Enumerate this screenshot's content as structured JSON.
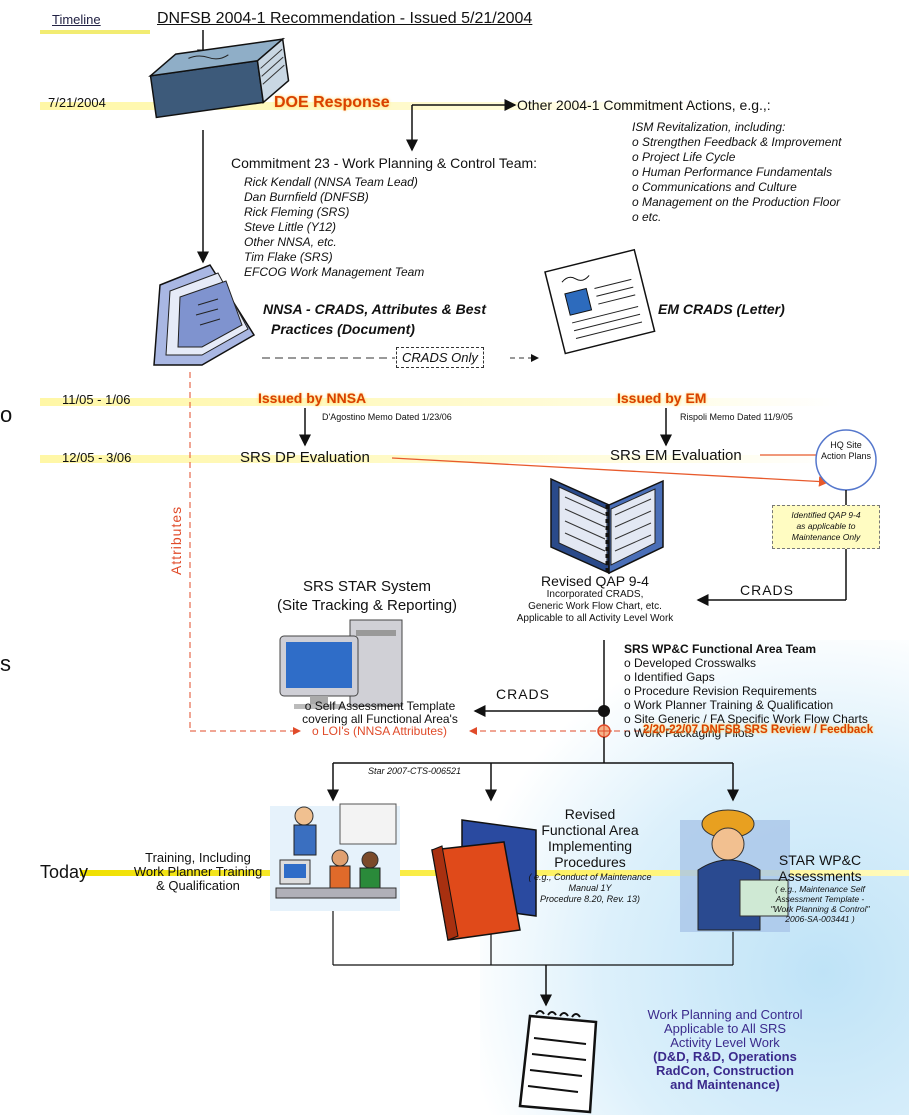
{
  "header": {
    "timeline_label": "Timeline",
    "title": "DNFSB 2004-1 Recommendation - Issued 5/21/2004"
  },
  "dates": {
    "d1": "7/21/2004",
    "d2": "11/05 - 1/06",
    "d3": "12/05 - 3/06",
    "today": "Today"
  },
  "doe_response": "DOE Response",
  "other_actions": {
    "title": "Other 2004-1 Commitment Actions, e.g.,:",
    "items": [
      "ISM Revitalization, including:",
      "o Strengthen Feedback & Improvement",
      "o Project Life Cycle",
      "o Human Performance Fundamentals",
      "o Communications and Culture",
      "o Management on the Production Floor",
      "o etc."
    ]
  },
  "commitment": {
    "title": "Commitment 23 - Work Planning & Control Team:",
    "members": [
      "Rick Kendall (NNSA Team Lead)",
      "Dan Burnfield (DNFSB)",
      "Rick Fleming (SRS)",
      "Steve Little (Y12)",
      "Other NNSA, etc.",
      "Tim Flake (SRS)",
      "EFCOG Work Management Team"
    ]
  },
  "nnsa_doc": {
    "line1": "NNSA - CRADS, Attributes & Best",
    "line2": "Practices (Document)"
  },
  "em_crads": "EM CRADS (Letter)",
  "crads_only": "CRADS  Only",
  "issued_nnsa": "Issued by NNSA",
  "issued_em": "Issued by EM",
  "dagostino": "D'Agostino Memo Dated 1/23/06",
  "rispoli": "Rispoli Memo Dated 11/9/05",
  "srs_dp_eval": "SRS DP Evaluation",
  "srs_em_eval": "SRS EM Evaluation",
  "hq_site": {
    "line1": "HQ Site",
    "line2": "Action Plans"
  },
  "identified_qap": {
    "lines": [
      "Identified QAP 9-4",
      "as applicable to",
      "Maintenance Only"
    ]
  },
  "qap": {
    "title": "Revised QAP 9-4",
    "lines": [
      "Incorporated CRADS,",
      "Generic Work Flow Chart, etc.",
      "Applicable to all Activity Level Work"
    ]
  },
  "crads_label_1": "CRADS",
  "crads_label_2": "CRADS",
  "attributes": "Attributes",
  "star": {
    "line1": "SRS STAR System",
    "line2": "(Site Tracking & Reporting)"
  },
  "self_assess": {
    "line1": "o Self Assessment Template",
    "line2": "covering all Functional Area's"
  },
  "wpc_team": {
    "title": "SRS WP&C Functional Area Team",
    "items": [
      "o Developed Crosswalks",
      "o Identified Gaps",
      "o Procedure Revision Requirements",
      "o Work Planner Training & Qualification",
      "o Site Generic / FA Specific Work Flow Charts",
      "o Work Packaging Pilots"
    ]
  },
  "lois": "o LOI's (NNSA Attributes)",
  "review": "2/20-22/07 DNFSB SRS Review / Feedback",
  "star_ref": "Star 2007-CTS-006521",
  "training": {
    "line1": "Training, Including",
    "line2": "Work Planner Training",
    "line3": "& Qualification"
  },
  "procedures": {
    "lines": [
      "Revised",
      "Functional Area",
      "Implementing",
      "Procedures"
    ],
    "sub": [
      "( e.g., Conduct of Maintenance",
      "Manual 1Y",
      "Procedure 8.20, Rev. 13)"
    ]
  },
  "assessments": {
    "line1": "STAR WP&C",
    "line2": "Assessments",
    "sub": [
      "( e.g., Maintenance Self",
      "Assessment Template -",
      "\"Work Planning & Control\"",
      "2006-SA-003441 )"
    ]
  },
  "final": {
    "lines": [
      "Work Planning and Control",
      "Applicable to All SRS",
      "Activity Level Work"
    ],
    "bold": [
      "(D&D, R&D, Operations",
      "RadCon, Construction",
      "and Maintenance)"
    ]
  },
  "left_fragments": [
    "o",
    "s"
  ],
  "colors": {
    "accent_red": "#d94000",
    "dashed_red": "#e04b2a",
    "highlight": "#fff38a",
    "purple": "#3b2a8c"
  }
}
